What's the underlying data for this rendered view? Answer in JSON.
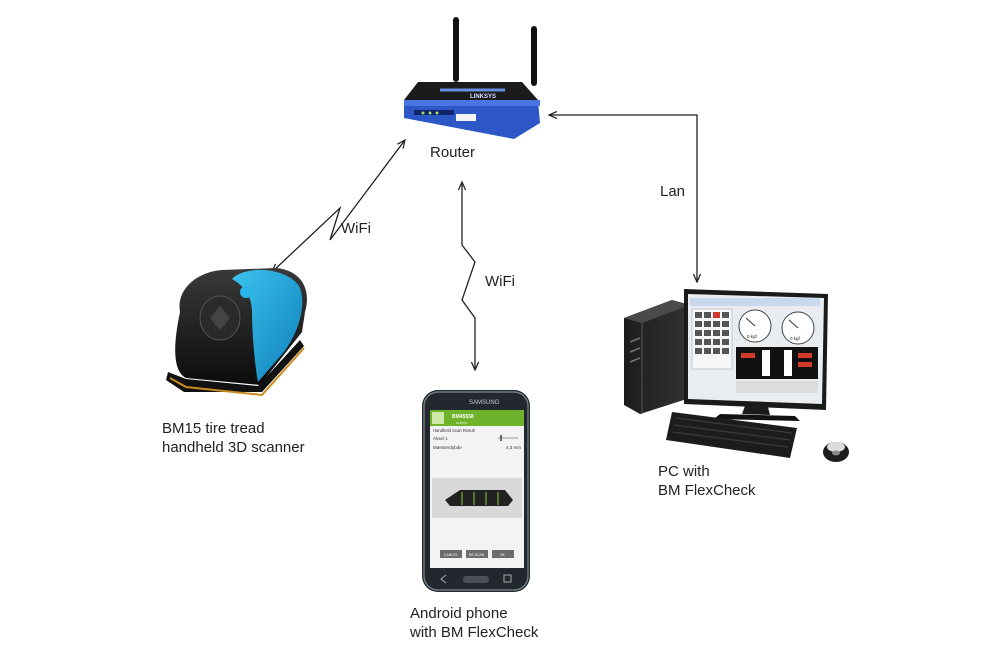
{
  "router": {
    "label": "Router",
    "brand": "LINKSYS"
  },
  "connections": {
    "scanner_link": "WiFi",
    "phone_link": "WiFi",
    "pc_link": "Lan"
  },
  "scanner": {
    "label": "BM15 tire tread\nhandheld 3D scanner"
  },
  "phone": {
    "label": "Android phone\nwith BM FlexCheck",
    "brand": "SAMSUNG",
    "app": {
      "title": "BM45558",
      "subtitle": "Admin",
      "section": "Handheld Scan Result",
      "axle": "Aksel 1",
      "depth_label": "Mønsterdybde",
      "depth_value": "4,3 mm",
      "buttons": [
        "CANCEL",
        "RE-SCAN",
        "OK"
      ]
    }
  },
  "pc": {
    "label": "PC with\nBM FlexCheck",
    "app": {
      "gauge_left": "0 kgf",
      "gauge_right": "0 kgf"
    }
  },
  "colors": {
    "accent_green": "#6fb22c",
    "router_blue": "#2d57c7",
    "scanner_blue": "#1d9bd7",
    "arrow": "#222222"
  }
}
